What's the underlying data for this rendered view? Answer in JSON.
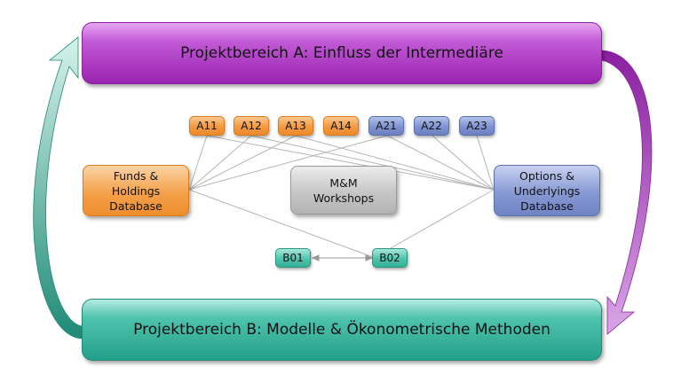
{
  "projekt_a": "Projektbereich A: Einfluss der Intermediäre",
  "projekt_b": "Projektbereich B: Modelle & Ökonometrische Methoden",
  "a_projects": [
    "A11",
    "A12",
    "A13",
    "A14",
    "A21",
    "A22",
    "A23"
  ],
  "b_projects": [
    "B01",
    "B02"
  ],
  "funds_db": "Funds &\nHoldings\nDatabase",
  "workshops": "M&M\nWorkshops",
  "options_db": "Options &\nUnderlyings\nDatabase",
  "colors": {
    "purple": "#9a22b0",
    "teal": "#23a08a",
    "orange": "#f29a3f",
    "blue": "#7f93d1",
    "grey": "#c6c6c6"
  }
}
